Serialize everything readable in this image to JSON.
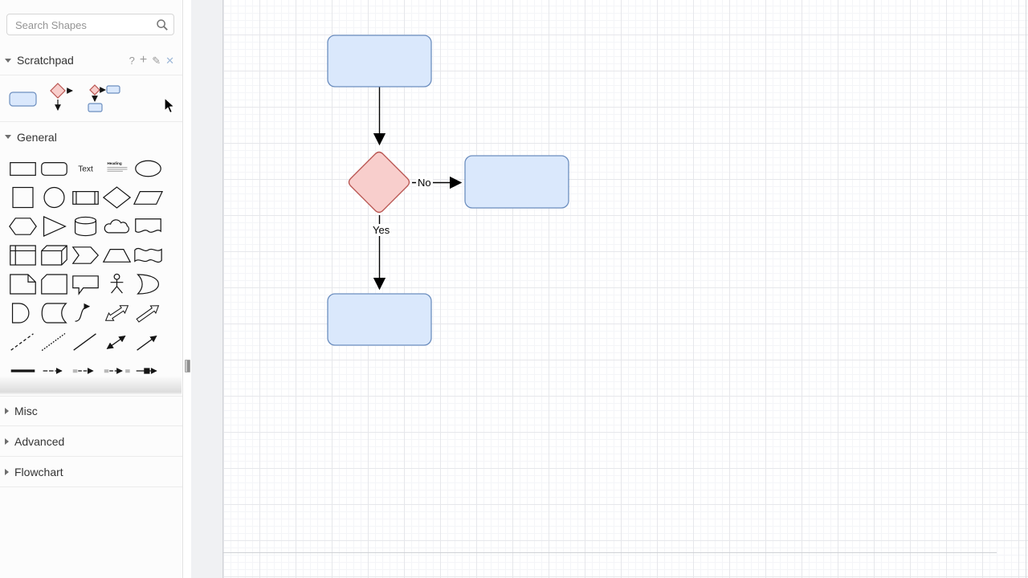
{
  "sidebar": {
    "search": {
      "placeholder": "Search Shapes"
    },
    "scratchpad": {
      "label": "Scratchpad",
      "help_glyph": "?",
      "add_glyph": "+",
      "edit_glyph": "✎",
      "close_glyph": "✕",
      "items": [
        "rounded-rectangle-thumb",
        "diamond-with-arrows-thumb",
        "diamond-with-rectangles-thumb"
      ]
    },
    "general": {
      "label": "General",
      "shapes": [
        "rectangle",
        "rounded-rectangle",
        "text",
        "textbox",
        "ellipse",
        "square",
        "circle",
        "process",
        "diamond",
        "parallelogram",
        "hexagon",
        "triangle",
        "cylinder",
        "cloud",
        "document",
        "internal-storage",
        "cube",
        "step",
        "trapezoid",
        "tape",
        "note",
        "card",
        "callout",
        "actor",
        "or",
        "and",
        "data-storage",
        "curve",
        "bidirectional-arrow",
        "arrow",
        "dashed-line",
        "dotted-line",
        "line",
        "bidirectional-connector",
        "directional-connector",
        "link",
        "simple-arrow",
        "filled-edge",
        "filled-edge-2",
        "box-arrow"
      ]
    },
    "collapsed_sections": [
      {
        "label": "Misc"
      },
      {
        "label": "Advanced"
      },
      {
        "label": "Flowchart"
      }
    ]
  },
  "canvas": {
    "colors": {
      "node_fill": "#dae8fc",
      "node_stroke": "#6c8ebf",
      "decision_fill": "#f8cecc",
      "decision_stroke": "#b85450",
      "edge": "#000000"
    },
    "edge_labels": {
      "no": "No",
      "yes": "Yes"
    }
  }
}
